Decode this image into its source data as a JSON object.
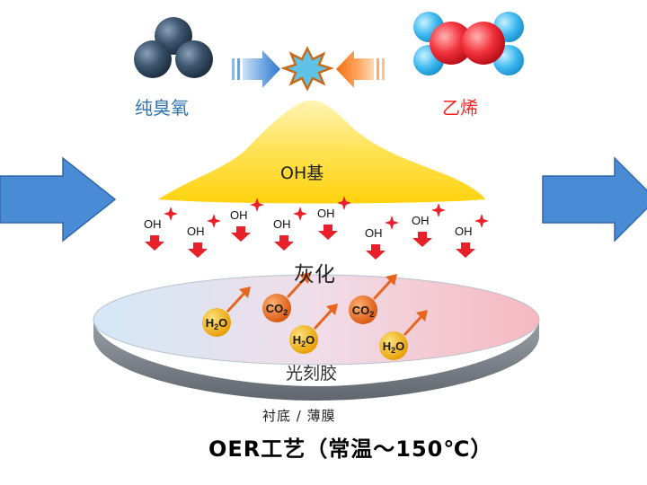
{
  "labels": {
    "ozone": "纯臭氧",
    "ethylene": "乙烯",
    "oh_radical": "OH基",
    "ashing": "灰化",
    "photoresist": "光刻胶",
    "substrate": "衬底 / 薄膜",
    "title": "OER工艺（常温～150℃）"
  },
  "oh_label": "OH",
  "molecules": {
    "co2": "CO",
    "co2_sub": "2",
    "h2o_h": "H",
    "h2o_sub": "2",
    "h2o_o": "O"
  },
  "colors": {
    "ozone_text": "#2e75b6",
    "ethylene_text": "#ff2020",
    "big_arrow": "#4a8bd6",
    "radical_cloud": "#ffd93a",
    "down_arrow": "#e8202a",
    "co2_bubble": "#e8651d",
    "h2o_bubble": "#f6b400"
  },
  "icons": [
    "ozone-molecule-icon",
    "ethylene-molecule-icon",
    "reaction-burst-icon",
    "sparkle-icon"
  ]
}
